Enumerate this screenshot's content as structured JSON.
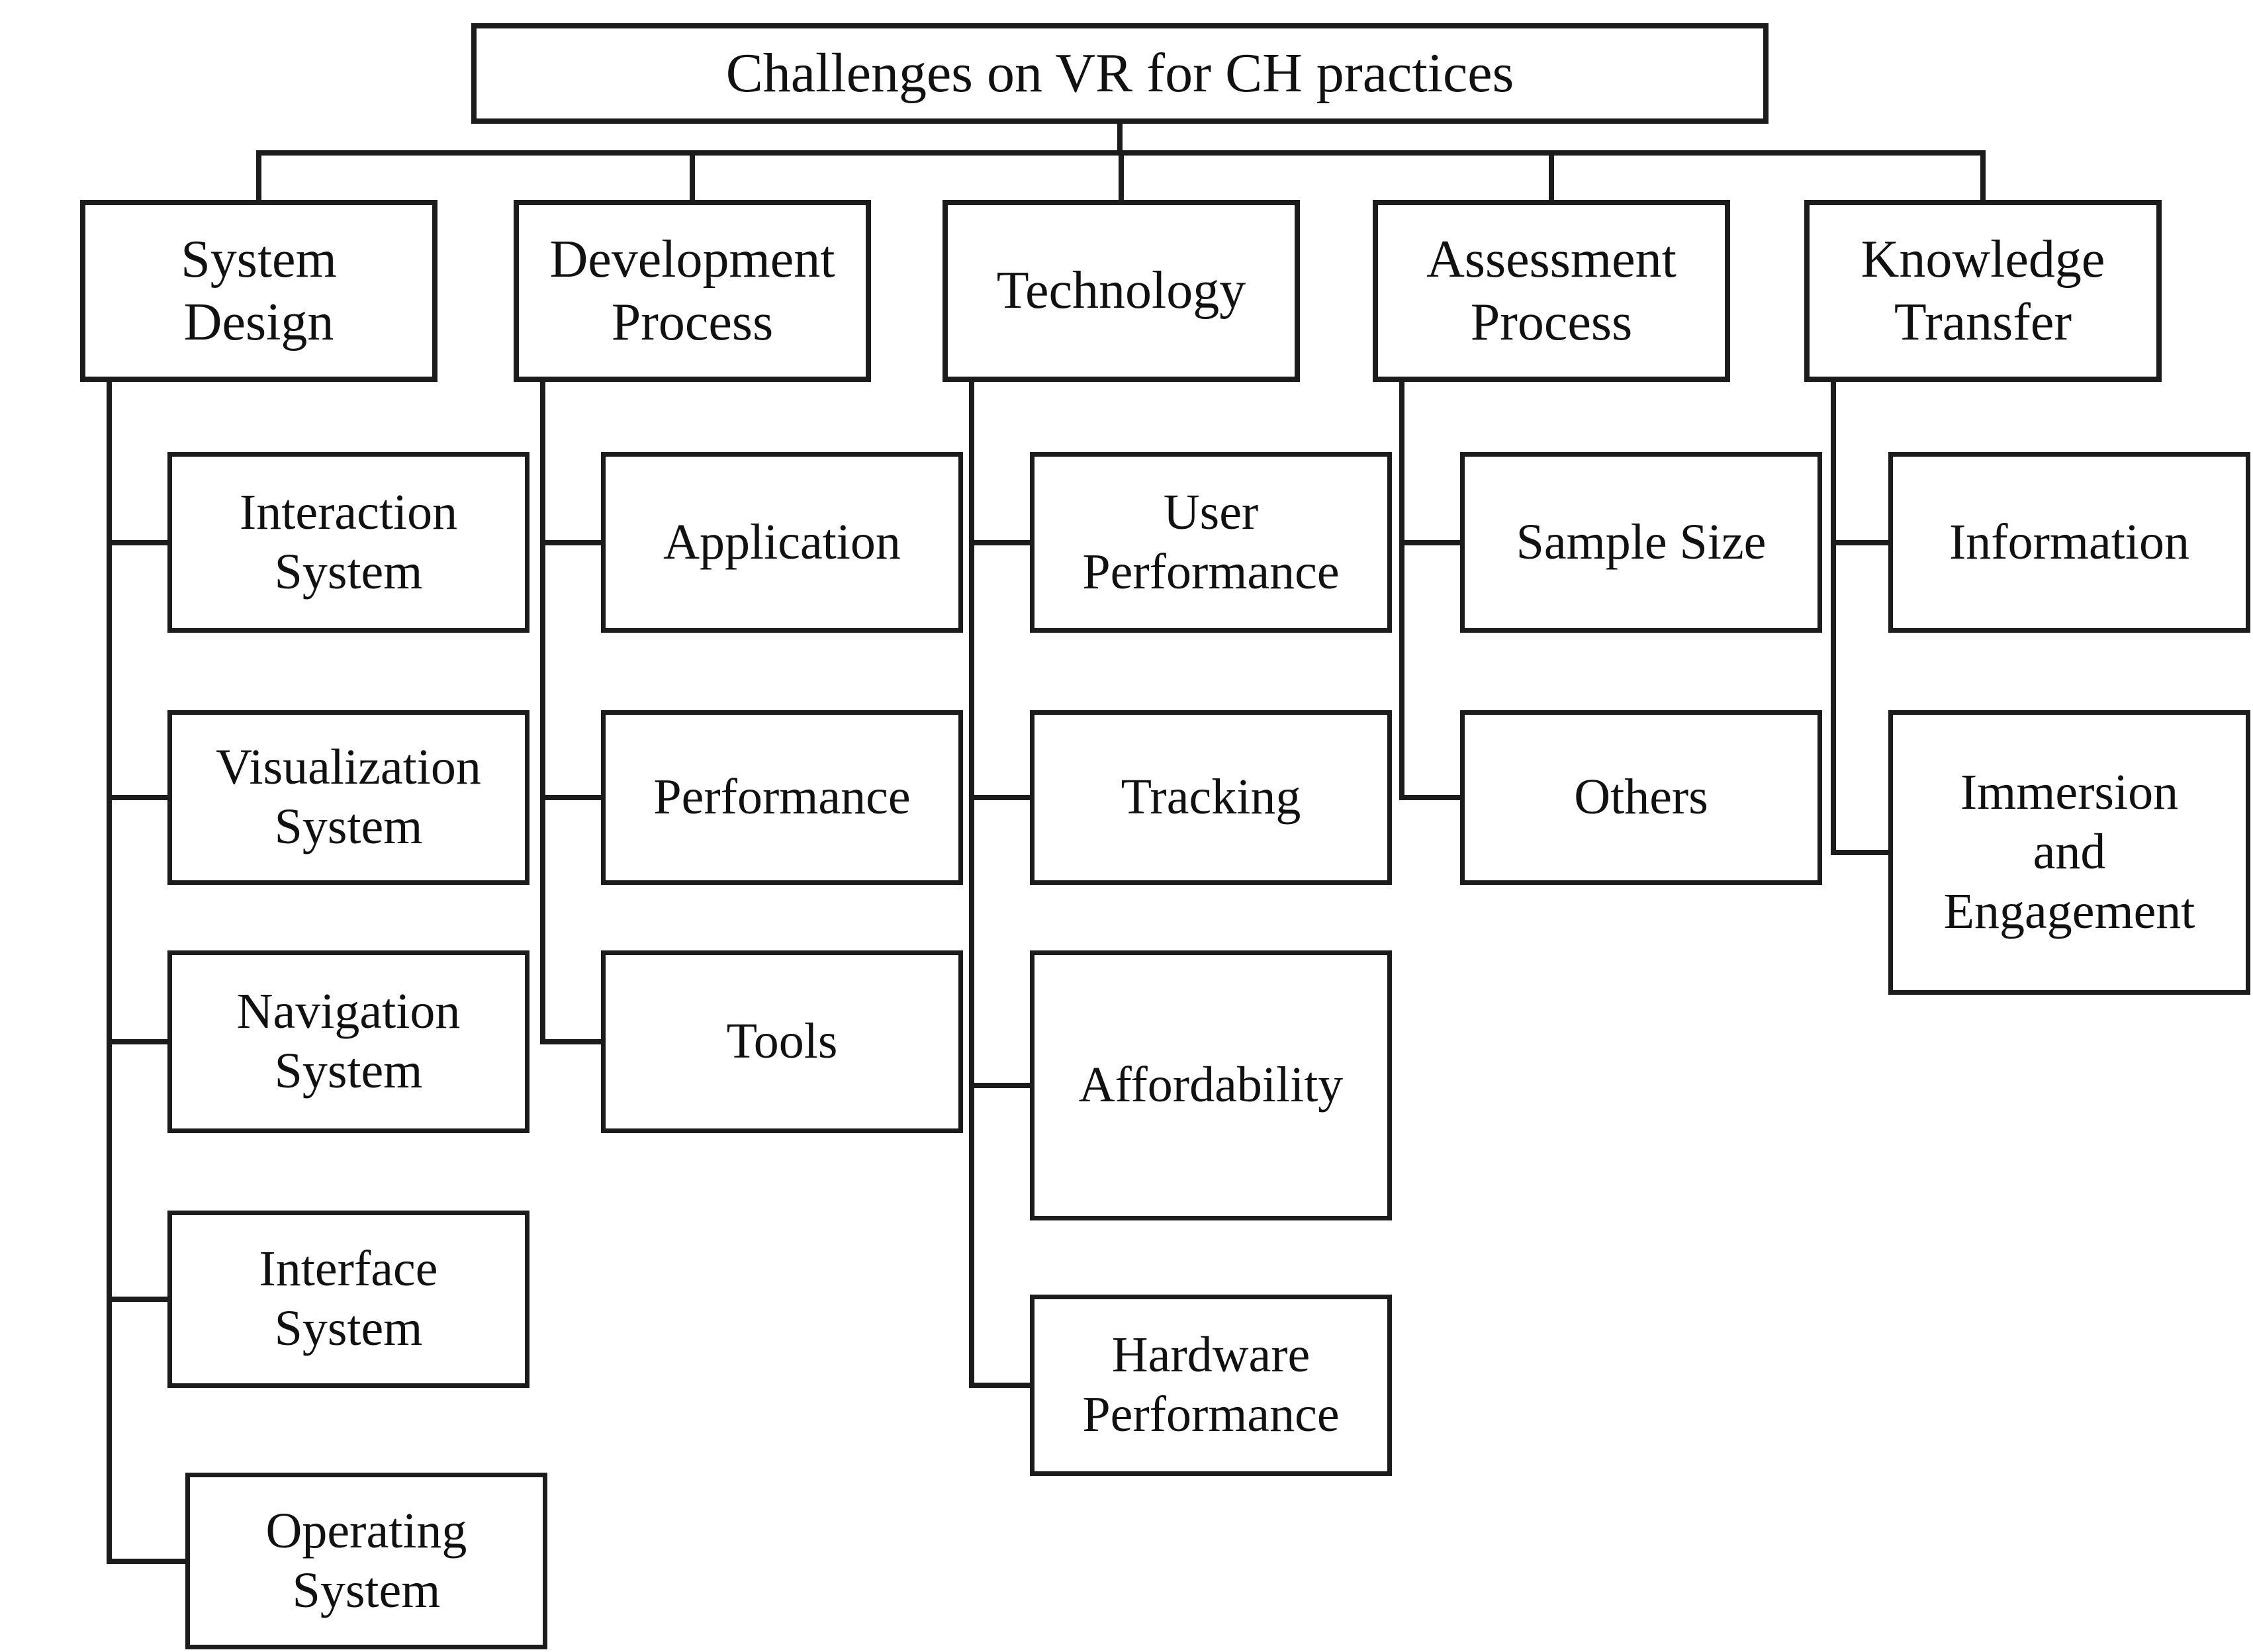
{
  "diagram": {
    "root_label": "Challenges on VR for CH practices",
    "branches": [
      {
        "label": "System\nDesign",
        "children": [
          {
            "label": "Interaction\nSystem"
          },
          {
            "label": "Visualization\nSystem"
          },
          {
            "label": "Navigation\nSystem"
          },
          {
            "label": "Interface\nSystem"
          },
          {
            "label": "Operating\nSystem"
          }
        ]
      },
      {
        "label": "Development\nProcess",
        "children": [
          {
            "label": "Application"
          },
          {
            "label": "Performance"
          },
          {
            "label": "Tools"
          }
        ]
      },
      {
        "label": "Technology",
        "children": [
          {
            "label": "User\nPerformance"
          },
          {
            "label": "Tracking"
          },
          {
            "label": "Affordability"
          },
          {
            "label": "Hardware\nPerformance"
          }
        ]
      },
      {
        "label": "Assessment\nProcess",
        "children": [
          {
            "label": "Sample Size"
          },
          {
            "label": "Others"
          }
        ]
      },
      {
        "label": "Knowledge\nTransfer",
        "children": [
          {
            "label": "Information"
          },
          {
            "label": "Immersion\nand\nEngagement"
          }
        ]
      }
    ],
    "colors": {
      "background": "#ffffff",
      "box_fill": "#ffffff",
      "box_border": "#1c1c1c",
      "line": "#1c1c1c",
      "text": "#111111"
    }
  }
}
